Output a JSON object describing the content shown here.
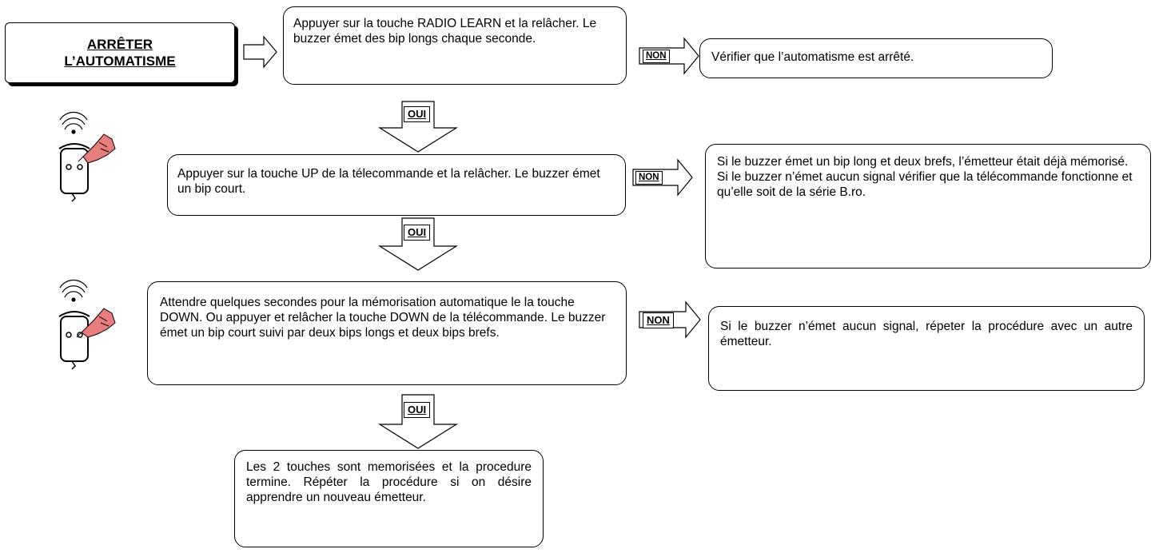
{
  "title": {
    "line1": "ARRÊTER",
    "line2": "L’AUTOMATISME"
  },
  "steps": [
    {
      "text": "Appuyer sur la touche RADIO LEARN et la relâcher. Le buzzer émet des bip longs chaque seconde."
    },
    {
      "text": "Appuyer sur la touche UP  de la télecommande et la relâcher. Le buzzer émet un bip court."
    },
    {
      "text": "Attendre quelques secondes pour la mémorisation automatique le la touche DOWN. Ou appuyer et relâcher la touche DOWN de la télécommande. Le buzzer émet un bip court suivi par deux bips longs et deux bips brefs."
    },
    {
      "text": "Les 2 touches sont memorisées et la procedure termine. Répéter la procédure si on désire apprendre un nouveau émetteur."
    }
  ],
  "no_branches": [
    {
      "text": "Vérifier que l’automatisme est arrêté."
    },
    {
      "text": "Si le buzzer émet un bip long et deux brefs, l’émetteur était déjà mémorisé. Si le buzzer n’émet aucun signal vérifier que la télécommande  fonctionne et qu’elle soit de la série B.ro."
    },
    {
      "text": "Si le buzzer n’émet aucun signal, répeter la procédure avec un autre émetteur."
    }
  ],
  "labels": {
    "yes": "OUI",
    "no": "NON"
  },
  "icons": [
    "right-arrow-icon",
    "down-arrow-icon",
    "remote-control-icon",
    "hand-pressing-icon",
    "signal-waves-icon"
  ]
}
